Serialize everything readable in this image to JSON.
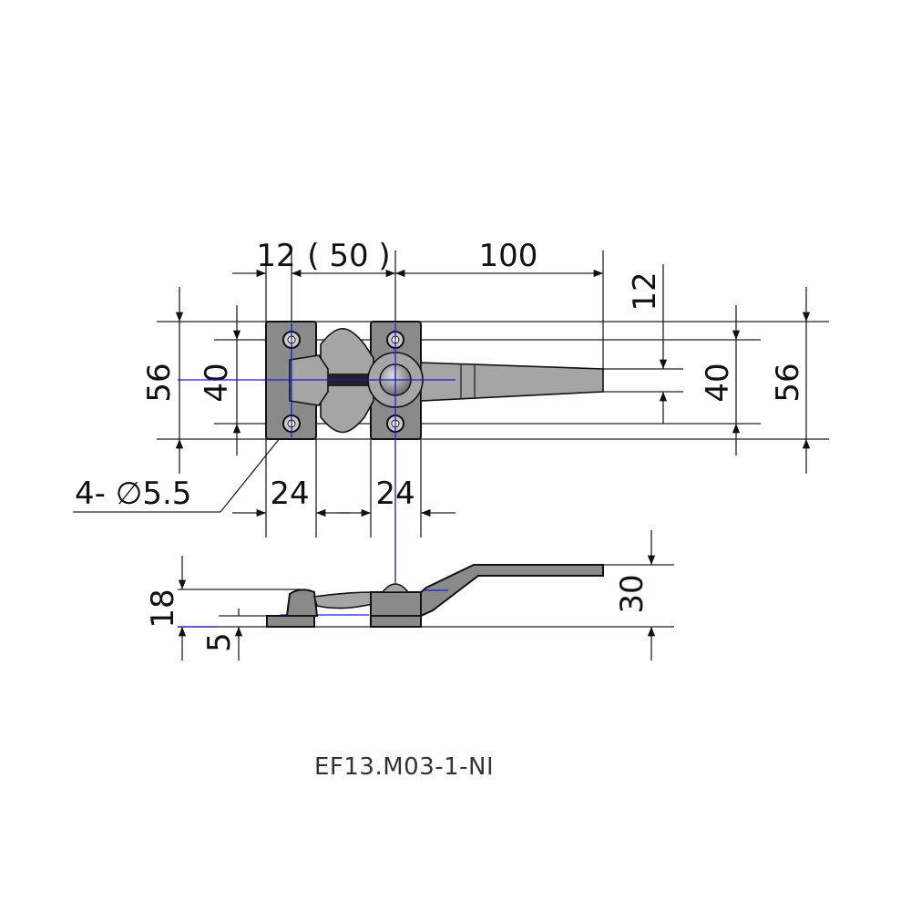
{
  "title": "EF13.M03-1-NI",
  "dimensions": {
    "top_12": "12",
    "top_50": "( 50 )",
    "top_100": "100",
    "left_56": "56",
    "left_40": "40",
    "right_12": "12",
    "right_40": "40",
    "right_56": "56",
    "hole_note": "4- ∅5.5",
    "bottom_24_left": "24",
    "bottom_24_right": "24",
    "side_18": "18",
    "side_5": "5",
    "side_30": "30"
  },
  "colors": {
    "centerline": "#1a1adc",
    "part": "#8a8a8a"
  }
}
